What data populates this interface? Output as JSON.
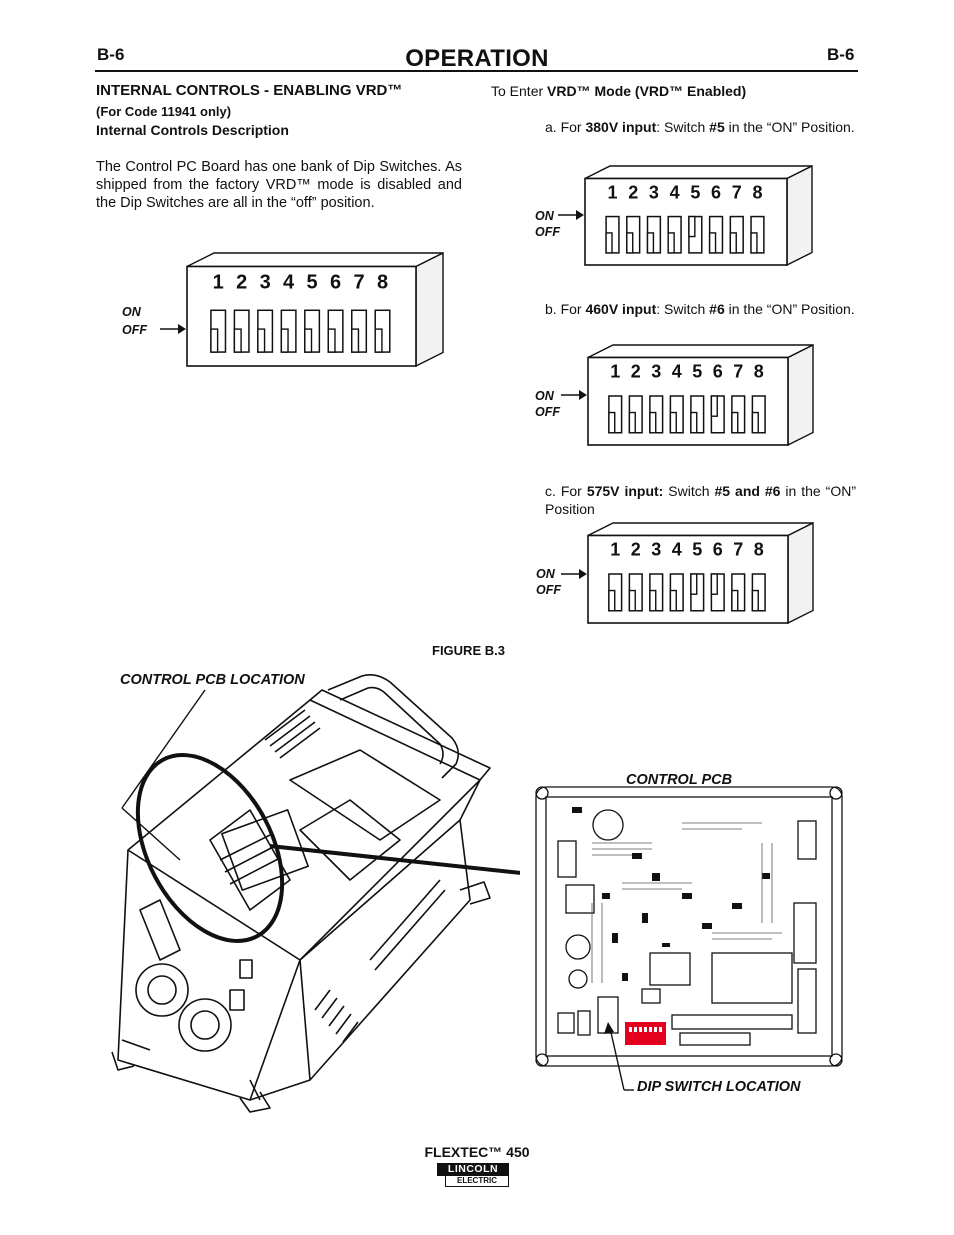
{
  "header": {
    "page_left": "B-6",
    "title": "OPERATION",
    "page_right": "B-6"
  },
  "left": {
    "section_title": "INTERNAL CONTROLS - ENABLING VRD™",
    "code_note": "(For Code 11941 only)",
    "subtitle": "Internal Controls Description",
    "paragraph": "The Control PC Board has one bank of Dip Switches. As shipped from the factory VRD™ mode is disabled and the Dip Switches are all in the “off” position.",
    "dip_on": "ON",
    "dip_off": "OFF"
  },
  "right": {
    "intro_prefix": "To Enter ",
    "intro_bold": "VRD™ Mode (VRD™ Enabled)",
    "step_a": {
      "letter": "a. For ",
      "voltage": "380V input",
      "mid": ": Switch ",
      "switch": "#5",
      "rest": " in the “ON” Position."
    },
    "step_b": {
      "letter": "b. For ",
      "voltage": "460V input",
      "mid": ": Switch ",
      "switch": "#6",
      "rest": " in the “ON” Position."
    },
    "step_c": {
      "letter": "c. For ",
      "voltage": "575V input:",
      "mid": " Switch ",
      "switch": "#5 and #6",
      "rest": " in the “ON” Position"
    },
    "on": "ON",
    "off": "OFF"
  },
  "dip_switch": {
    "numbers": [
      "1",
      "2",
      "3",
      "4",
      "5",
      "6",
      "7",
      "8"
    ],
    "states_default": [
      0,
      0,
      0,
      0,
      0,
      0,
      0,
      0
    ],
    "states_380v": [
      0,
      0,
      0,
      0,
      1,
      0,
      0,
      0
    ],
    "states_460v": [
      0,
      0,
      0,
      0,
      0,
      1,
      0,
      0
    ],
    "states_575v": [
      0,
      0,
      0,
      0,
      1,
      1,
      0,
      0
    ]
  },
  "figure": {
    "caption": "FIGURE B.3",
    "pcb_location_label": "CONTROL PCB LOCATION",
    "pcb_label": "CONTROL PCB",
    "dip_location_label": "DIP SWITCH LOCATION",
    "dip_color": "#e5001e"
  },
  "footer": {
    "product": "FLEXTEC™ 450",
    "logo_top": "LINCOLN",
    "logo_bottom": "ELECTRIC"
  }
}
